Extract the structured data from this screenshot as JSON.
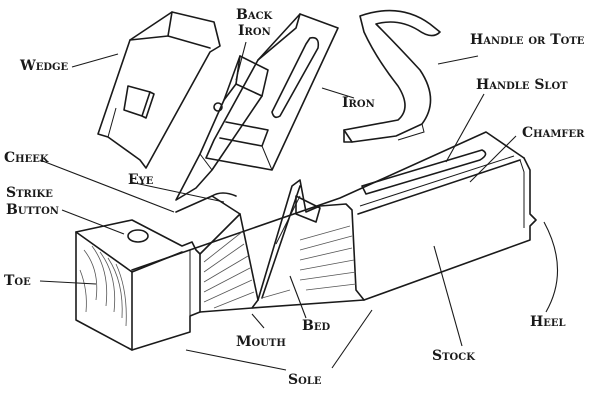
{
  "labels": {
    "wedge": "Wedge",
    "back_iron_1": "Back",
    "back_iron_2": "Iron",
    "iron": "Iron",
    "handle_or_tote": "Handle or Tote",
    "handle_slot": "Handle Slot",
    "chamfer": "Chamfer",
    "cheek": "Cheek",
    "eye": "Eye",
    "strike_button_1": "Strike",
    "strike_button_2": "Button",
    "toe": "Toe",
    "bed": "Bed",
    "mouth": "Mouth",
    "heel": "Heel",
    "stock": "Stock",
    "sole": "Sole"
  }
}
